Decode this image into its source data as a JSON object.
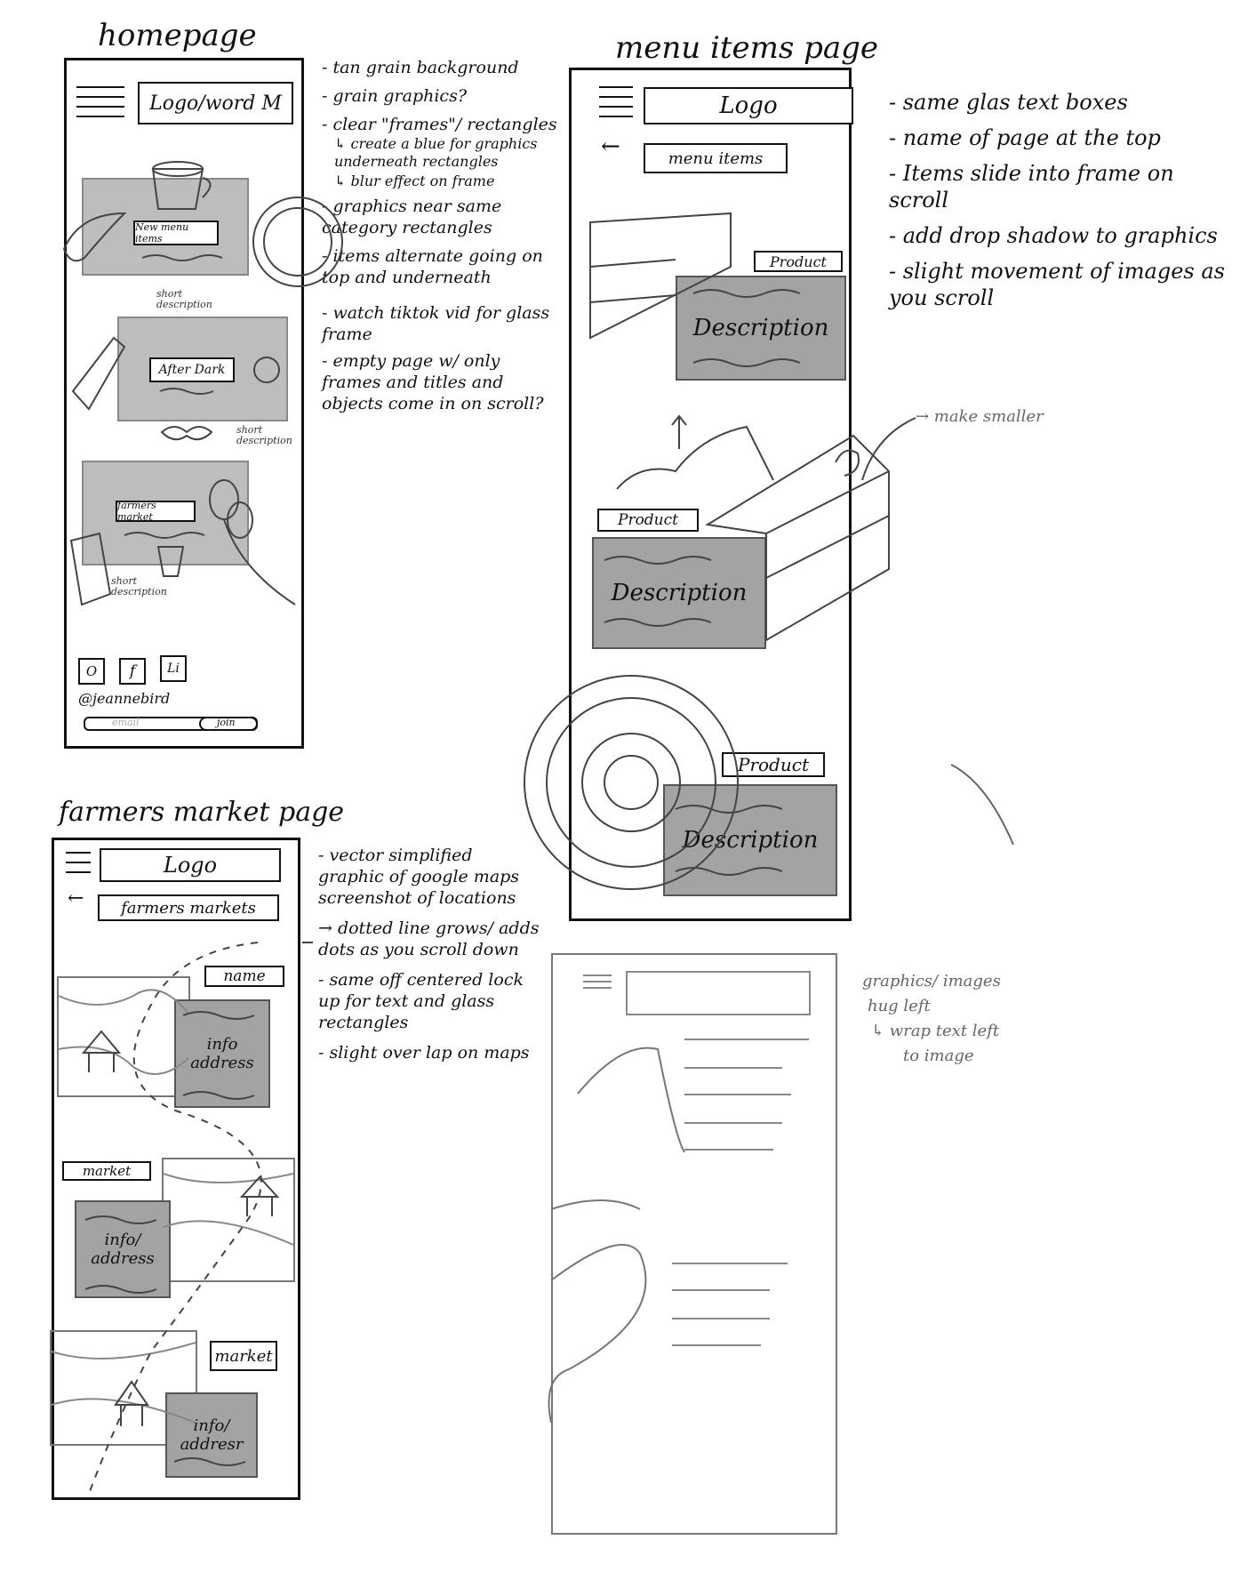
{
  "homepage": {
    "title": "homepage",
    "logo": "Logo/word M",
    "frames": [
      {
        "label": "New menu items",
        "caption": "short description"
      },
      {
        "label": "After Dark",
        "caption": "short description"
      },
      {
        "label": "farmers market",
        "caption": "short description"
      }
    ],
    "social": [
      "O",
      "f",
      "Li"
    ],
    "handle": "@jeannebird",
    "email_placeholder": "email",
    "join_label": "join",
    "notes": [
      "- tan grain background",
      "- grain graphics?",
      "- clear \"frames\"/ rectangles",
      "↳ create a blue for graphics underneath rectangles",
      "↳ blur effect on frame",
      "- graphics near same category rectangles",
      "- items alternate going on top and underneath",
      "- watch tiktok vid for glass frame",
      "- empty page w/ only frames and titles and objects come in on scroll?"
    ]
  },
  "menu_page": {
    "title": "menu items page",
    "logo": "Logo",
    "page_name": "menu items",
    "products": [
      {
        "label": "Product",
        "description": "Description"
      },
      {
        "label": "Product",
        "description": "Description"
      },
      {
        "label": "Product",
        "description": "Description"
      }
    ],
    "annotation": "→ make smaller",
    "notes": [
      "- same glas text boxes",
      "- name of page at the top",
      "- Items slide into frame on scroll",
      "- add drop shadow to graphics",
      "- slight movement of images as you scroll"
    ]
  },
  "farmers_page": {
    "title": "farmers market page",
    "logo": "Logo",
    "page_name": "farmers markets",
    "markets": [
      {
        "label": "name",
        "info": "info address"
      },
      {
        "label": "market",
        "info": "info/ address"
      },
      {
        "label": "market",
        "info": "info/ addresr"
      }
    ],
    "notes": [
      "- vector simplified graphic of google maps screenshot of locations",
      "→ dotted line grows/ adds dots as you scroll down",
      "- same off centered lock up for text and glass rectangles",
      "- slight over lap on maps"
    ]
  },
  "fourth_page": {
    "notes": [
      "graphics/ images",
      "hug left",
      "↳ wrap text left",
      "to image"
    ]
  }
}
